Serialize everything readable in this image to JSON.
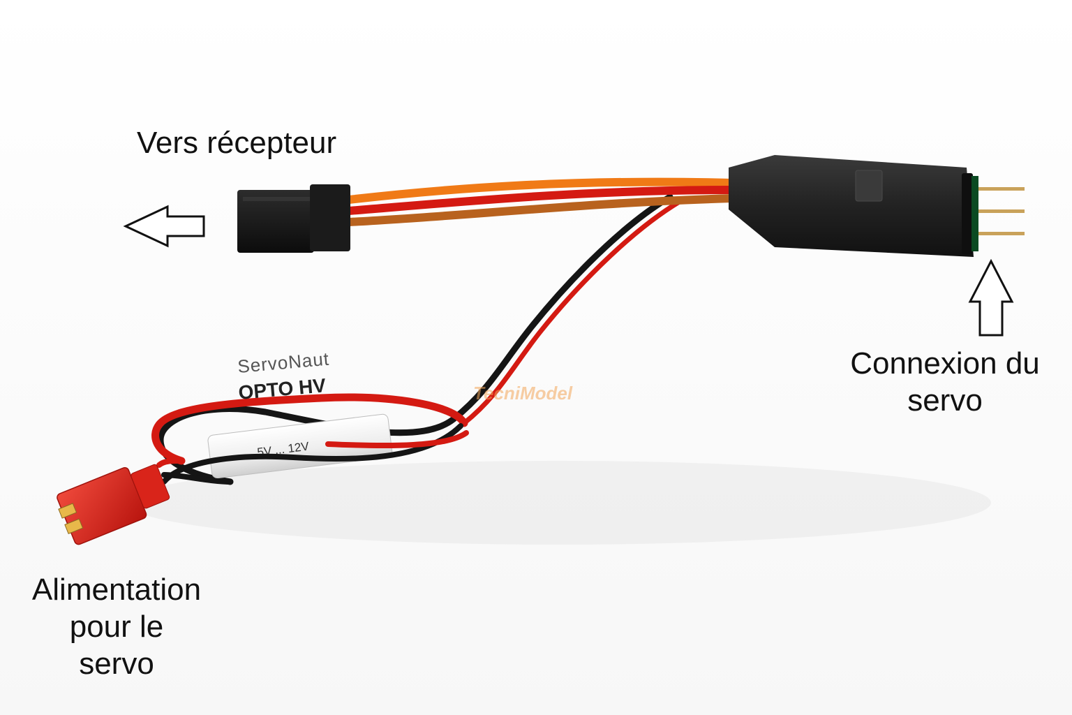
{
  "labels": {
    "receiver": "Vers récepteur",
    "servo_connection": [
      "Connexion du",
      "servo"
    ],
    "power": [
      "Alimentation",
      "pour le",
      "servo"
    ]
  },
  "product_print": {
    "brand": "ServoNaut",
    "model": "OPTO HV",
    "voltage": "5V ... 12V"
  },
  "watermark": "TecniModel",
  "colors": {
    "wire_orange": "#f07a16",
    "wire_red": "#d41a12",
    "wire_brown": "#b8621e",
    "wire_black": "#151515",
    "module_body": "#2a2a2a",
    "jst_connector": "#e4261c",
    "pins": "#c9a25a",
    "arrow_outline": "#111111"
  },
  "icons": [
    "arrow-left-outline-icon",
    "arrow-up-outline-icon"
  ]
}
